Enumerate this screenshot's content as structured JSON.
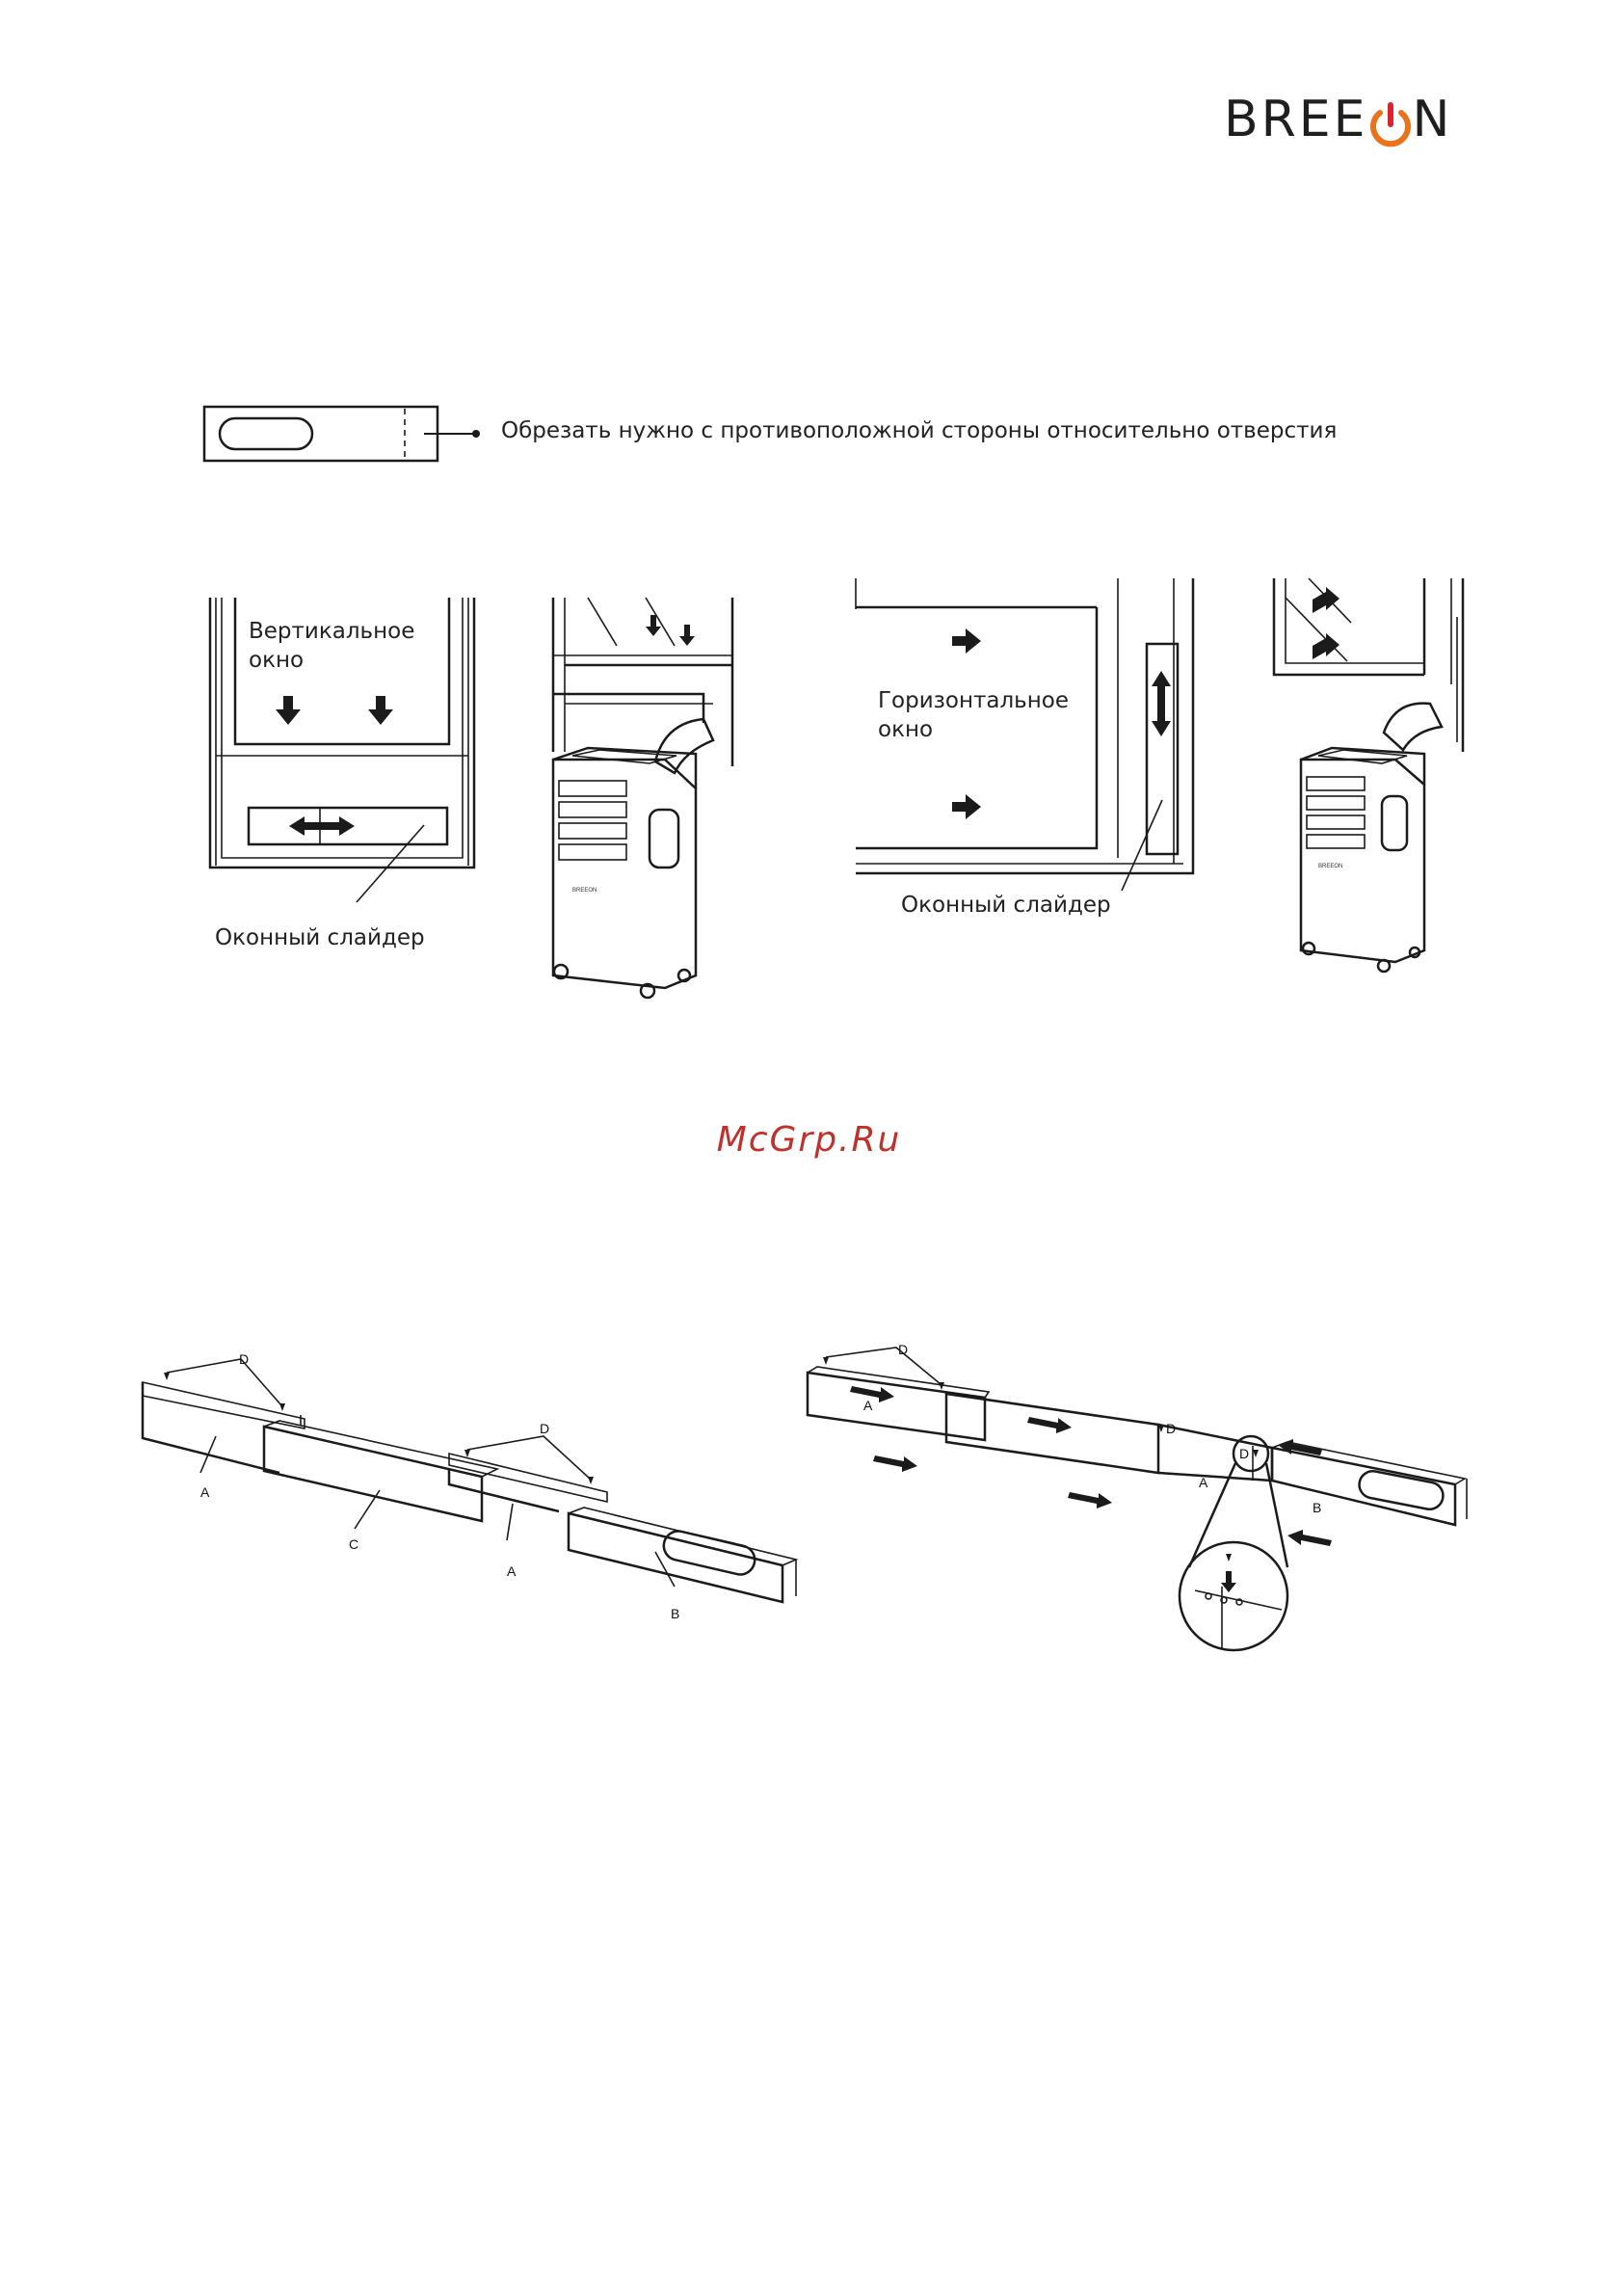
{
  "brand": {
    "logo_text_left": "BREE",
    "logo_text_right": "N"
  },
  "cut_note": {
    "text": "Обрезать нужно с противоположной стороны относительно отверстия"
  },
  "vertical_window": {
    "title_line1": "Вертикальное",
    "title_line2": "окно",
    "slider_label": "Оконный слайдер"
  },
  "horizontal_window": {
    "title_line1": "Горизонтальное",
    "title_line2": "окно",
    "slider_label": "Оконный слайдер"
  },
  "watermark": {
    "text": "McGrp.Ru"
  },
  "assembly_left": {
    "labels": {
      "d1": "D",
      "d2": "D",
      "a1": "A",
      "c": "C",
      "a2": "A",
      "b": "B"
    }
  },
  "assembly_right": {
    "labels": {
      "d1": "D",
      "a_left": "A",
      "d2": "D",
      "d3": "D",
      "a_mid": "A",
      "b": "B"
    }
  },
  "unit_brand_text": "BREEON",
  "colors": {
    "text": "#1e1e1e",
    "watermark": "#c0312c",
    "logo_orange": "#e8731a",
    "logo_red": "#d8262e"
  }
}
